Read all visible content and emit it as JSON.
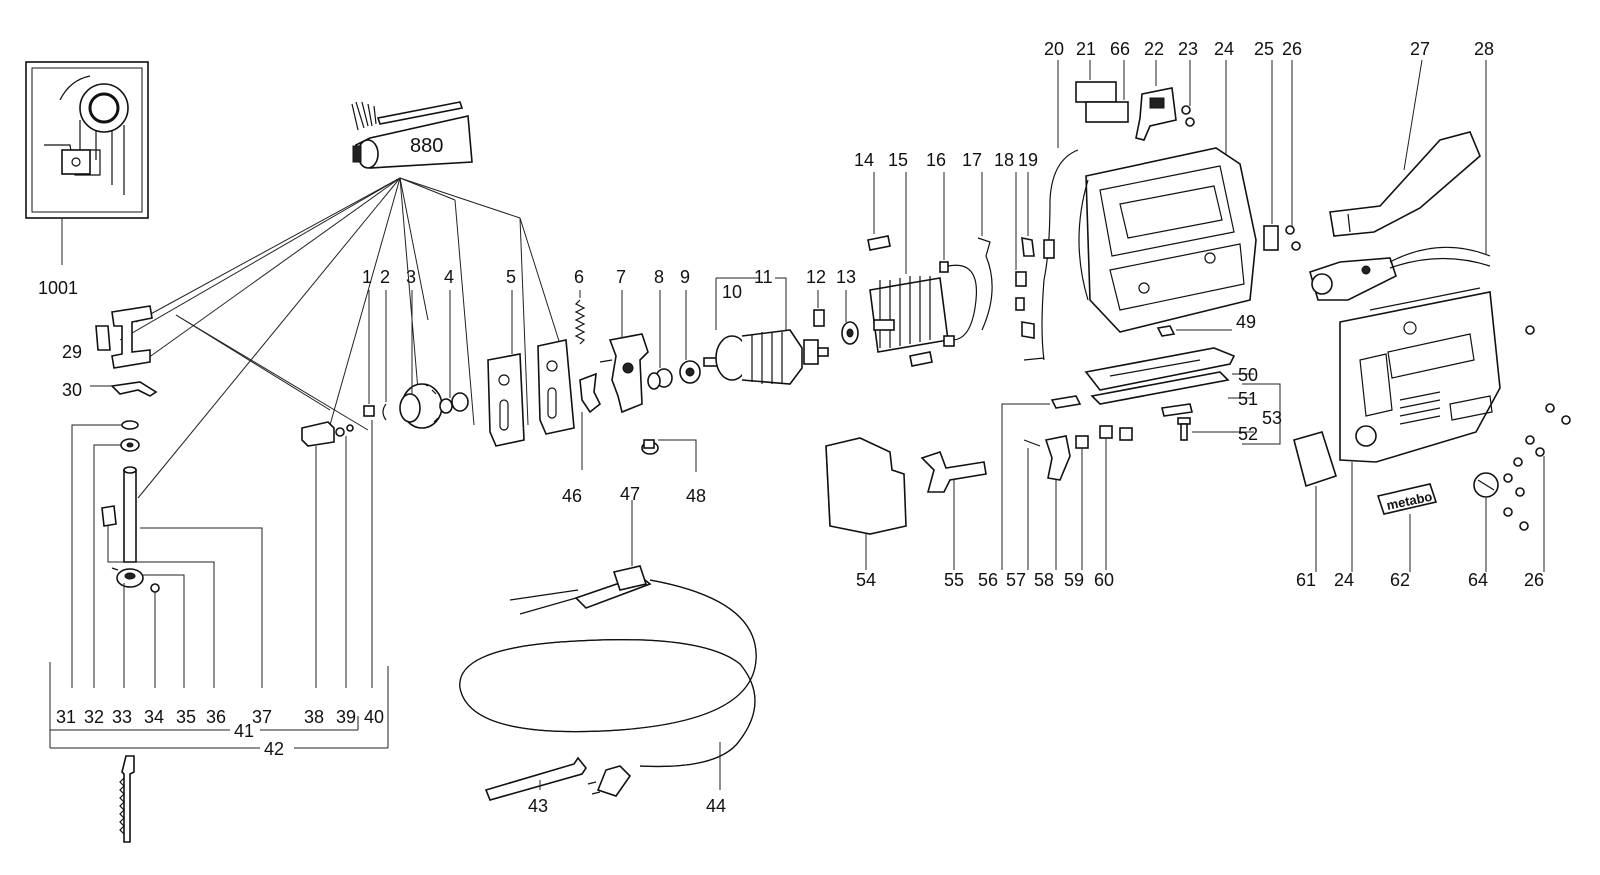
{
  "labels": {
    "p1": "1",
    "p2": "2",
    "p3": "3",
    "p4": "4",
    "p5": "5",
    "p6": "6",
    "p7": "7",
    "p8": "8",
    "p9": "9",
    "p10": "10",
    "p11": "11",
    "p12": "12",
    "p13": "13",
    "p14": "14",
    "p15": "15",
    "p16": "16",
    "p17": "17",
    "p18": "18",
    "p19": "19",
    "p20": "20",
    "p21": "21",
    "p22": "22",
    "p23": "23",
    "p24": "24",
    "p24b": "24",
    "p25": "25",
    "p26": "26",
    "p26b": "26",
    "p27": "27",
    "p28": "28",
    "p29": "29",
    "p30": "30",
    "p31": "31",
    "p32": "32",
    "p33": "33",
    "p34": "34",
    "p35": "35",
    "p36": "36",
    "p37": "37",
    "p38": "38",
    "p39": "39",
    "p40": "40",
    "p41": "41",
    "p42": "42",
    "p43": "43",
    "p44": "44",
    "p46": "46",
    "p47": "47",
    "p48": "48",
    "p49": "49",
    "p50": "50",
    "p51": "51",
    "p52": "52",
    "p53": "53",
    "p54": "54",
    "p55": "55",
    "p56": "56",
    "p57": "57",
    "p58": "58",
    "p59": "59",
    "p60": "60",
    "p61": "61",
    "p62": "62",
    "p64": "64",
    "p66": "66",
    "p1001": "1001"
  },
  "grease_tube_text": "880",
  "brand_plate_text": "metabo"
}
